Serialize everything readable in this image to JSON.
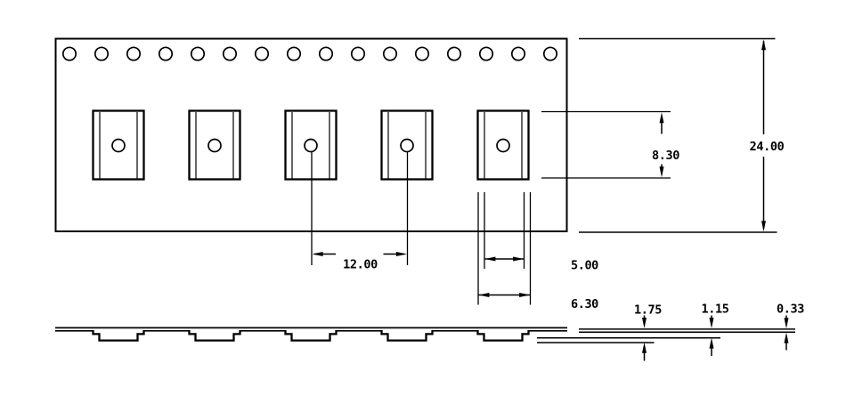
{
  "drawing": {
    "title": "carrier-tape-dimension-drawing",
    "background_color": "#ffffff",
    "line_color": "#000000",
    "sprocket_hole_count": 16,
    "pocket_count": 5
  },
  "dimensions": {
    "tape_width": {
      "label": "24.00"
    },
    "pocket_length": {
      "label": "8.30"
    },
    "pocket_pitch": {
      "label": "12.00"
    },
    "pocket_inner_width": {
      "label": "5.00"
    },
    "pocket_outer_width": {
      "label": "6.30"
    },
    "pocket_depth": {
      "label": "1.75"
    },
    "pocket_inner_depth": {
      "label": "1.15"
    },
    "tape_thickness": {
      "label": "0.33"
    }
  }
}
